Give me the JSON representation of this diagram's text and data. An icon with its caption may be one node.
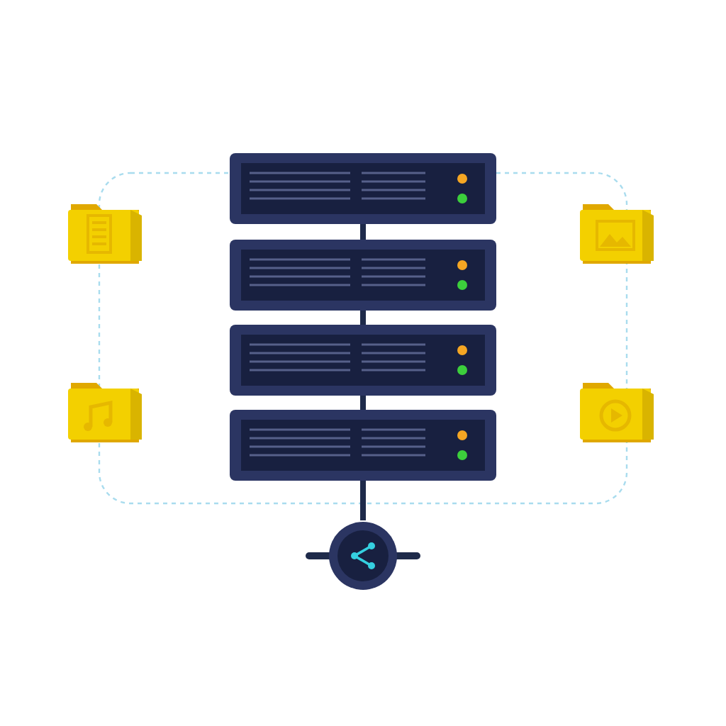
{
  "diagram": {
    "nodes": [
      {
        "text": [],
        "shape": "box"
      },
      {
        "text": [],
        "shape": "box"
      },
      {
        "text": [],
        "shape": "box"
      },
      {
        "text": [],
        "shape": "box"
      },
      {
        "text": [],
        "shape": "circle"
      }
    ],
    "edges": [
      {
        "from": 0,
        "to": 1,
        "arrow": "none"
      },
      {
        "from": 1,
        "to": 2,
        "arrow": "none"
      },
      {
        "from": 2,
        "to": 3,
        "arrow": "none"
      },
      {
        "from": 3,
        "to": 4,
        "arrow": "none"
      }
    ]
  }
}
